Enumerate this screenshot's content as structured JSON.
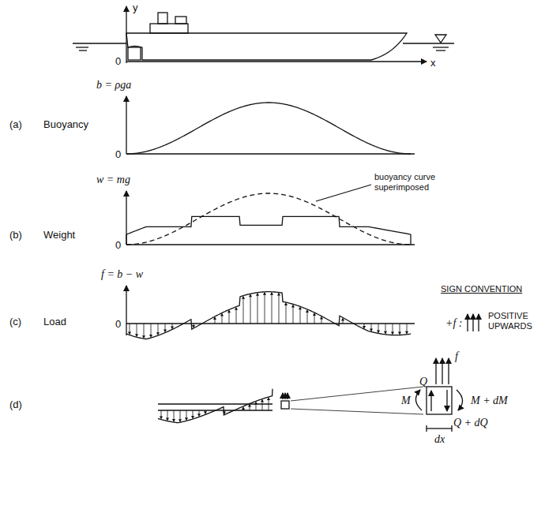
{
  "diagram": {
    "labels": [
      "y",
      "0",
      "x",
      "(a)",
      "Buoyancy",
      "b = ρga",
      "0",
      "(b)",
      "Weight",
      "w = mg",
      "buoyancy curve superimposed",
      "0",
      "(c)",
      "Load",
      "f = b − w",
      "0",
      "SIGN CONVENTION",
      "+f :",
      "POSITIVE UPWARDS",
      "(d)",
      "f",
      "Q",
      "M",
      "M + dM",
      "Q + dQ",
      "dx"
    ]
  }
}
